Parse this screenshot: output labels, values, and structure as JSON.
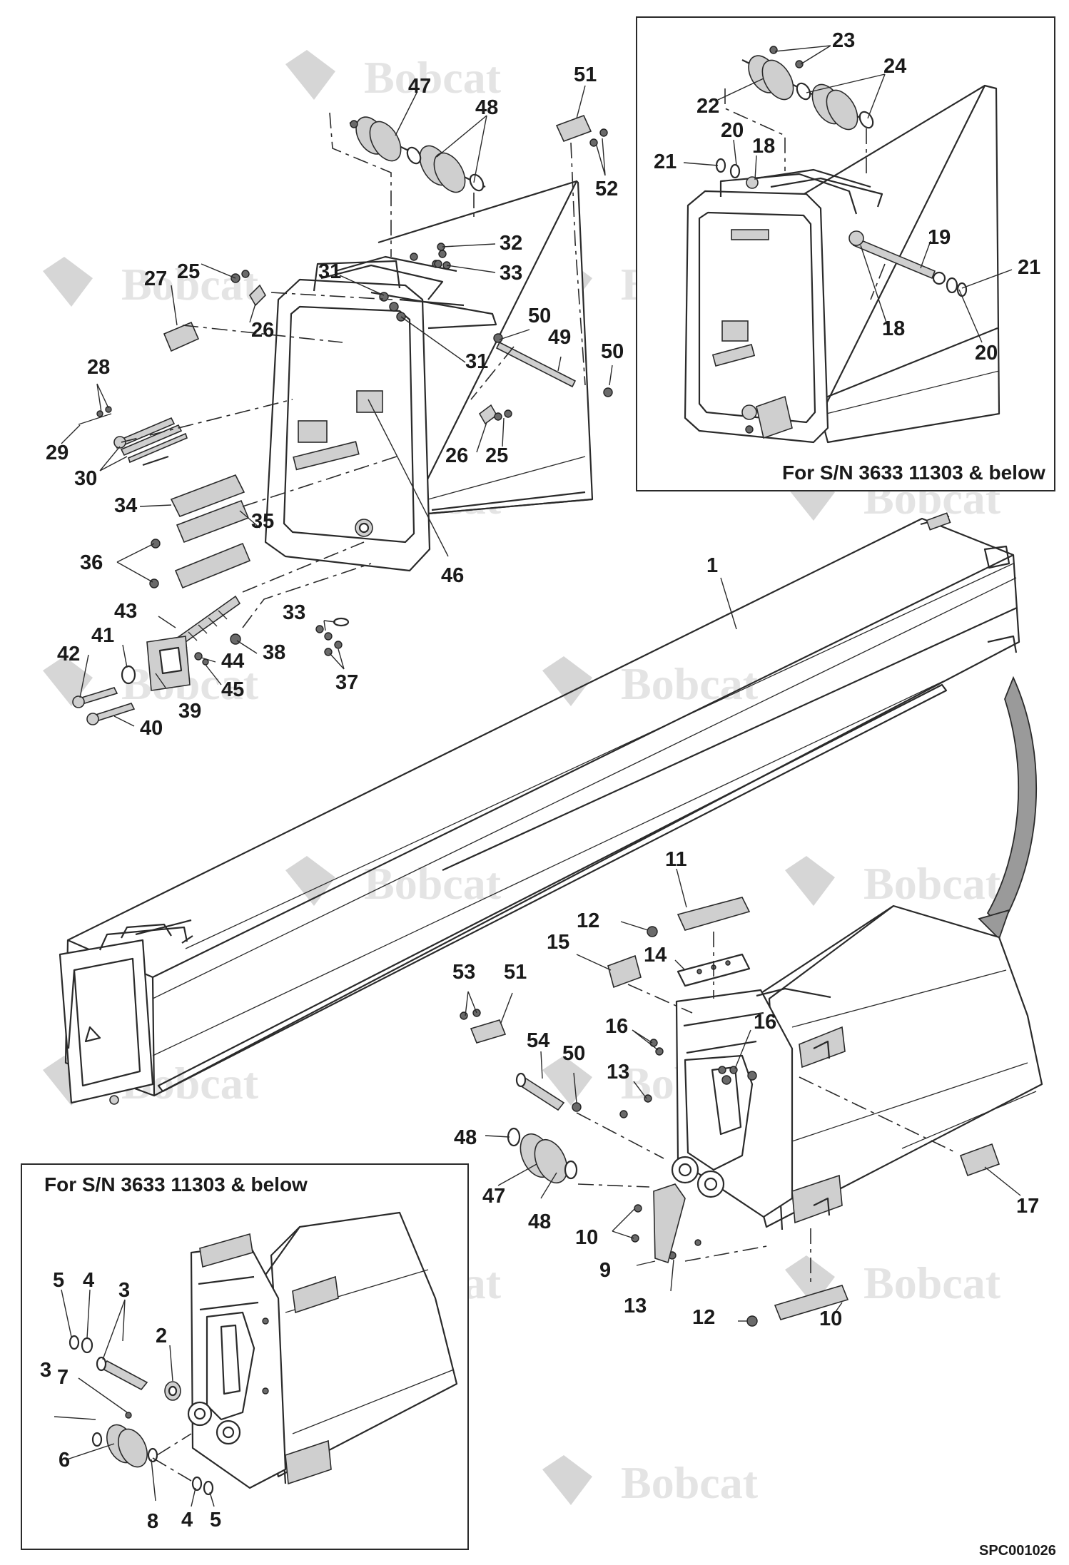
{
  "brand_watermark": "Bobcat",
  "diagram_code": "SPC001026",
  "inset_captions": {
    "top_right": "For S/N 3633 11303 & below",
    "bottom_left": "For S/N 3633 11303 & below"
  },
  "callouts": {
    "c1": "1",
    "c2": "2",
    "c3a": "3",
    "c3b": "3",
    "c4a": "4",
    "c4b": "4",
    "c5a": "5",
    "c5b": "5",
    "c6": "6",
    "c7": "7",
    "c8": "8",
    "c9": "9",
    "c10a": "10",
    "c10b": "10",
    "c11": "11",
    "c12a": "12",
    "c12b": "12",
    "c13a": "13",
    "c13b": "13",
    "c14": "14",
    "c15": "15",
    "c16a": "16",
    "c16b": "16",
    "c17": "17",
    "c18a": "18",
    "c18b": "18",
    "c19": "19",
    "c20a": "20",
    "c20b": "20",
    "c21a": "21",
    "c21b": "21",
    "c22": "22",
    "c23": "23",
    "c24": "24",
    "c25a": "25",
    "c25b": "25",
    "c26a": "26",
    "c26b": "26",
    "c27": "27",
    "c28": "28",
    "c29": "29",
    "c30": "30",
    "c31a": "31",
    "c31b": "31",
    "c32": "32",
    "c33a": "33",
    "c33b": "33",
    "c34": "34",
    "c35": "35",
    "c36": "36",
    "c37": "37",
    "c38": "38",
    "c39": "39",
    "c40": "40",
    "c41": "41",
    "c42": "42",
    "c43": "43",
    "c44": "44",
    "c45": "45",
    "c46": "46",
    "c47a": "47",
    "c47b": "47",
    "c48a": "48",
    "c48b": "48",
    "c48c": "48",
    "c49": "49",
    "c50a": "50",
    "c50b": "50",
    "c50c": "50",
    "c51a": "51",
    "c51b": "51",
    "c52": "52",
    "c53": "53",
    "c54": "54"
  }
}
